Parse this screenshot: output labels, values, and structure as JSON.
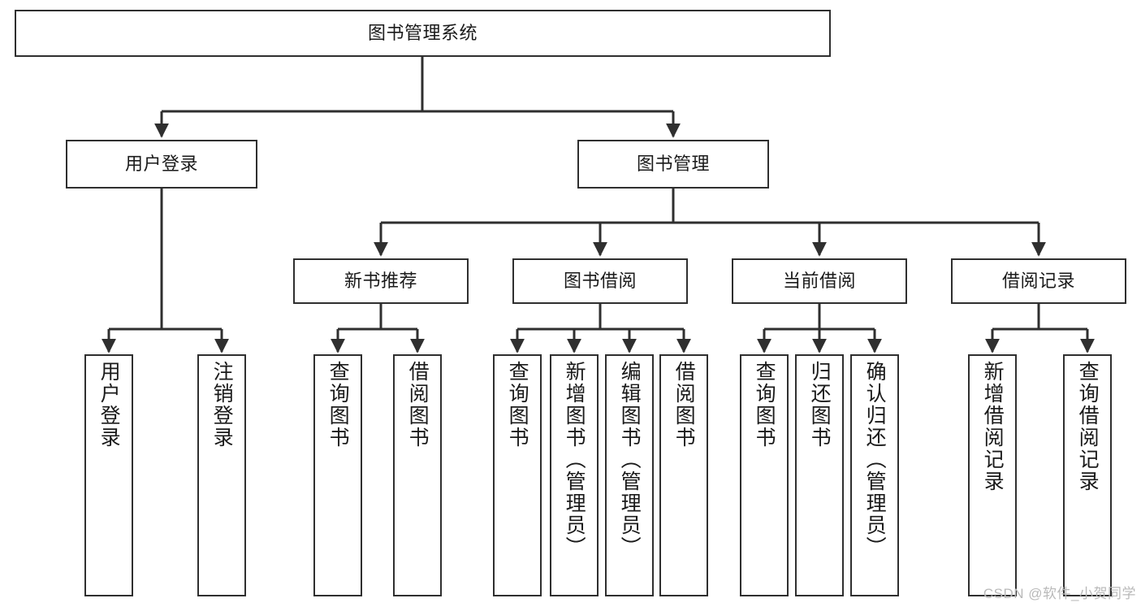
{
  "diagram": {
    "type": "tree-hierarchy-chart",
    "title": "图书管理系统",
    "stroke_color": "#2f2f2f",
    "fill_color": "#ffffff",
    "text_color": "#1a1a1a"
  },
  "root": {
    "label": "图书管理系统"
  },
  "level2": [
    {
      "label": "用户登录"
    },
    {
      "label": "图书管理"
    }
  ],
  "level3": [
    {
      "label": "新书推荐"
    },
    {
      "label": "图书借阅"
    },
    {
      "label": "当前借阅"
    },
    {
      "label": "借阅记录"
    }
  ],
  "leaves": {
    "user_login": [
      {
        "label": "用户登录"
      },
      {
        "label": "注销登录"
      }
    ],
    "new_book_recommend": [
      {
        "label": "查询图书"
      },
      {
        "label": "借阅图书"
      }
    ],
    "book_borrow": [
      {
        "label": "查询图书"
      },
      {
        "label": "新增图书（管理员）"
      },
      {
        "label": "编辑图书（管理员）"
      },
      {
        "label": "借阅图书"
      }
    ],
    "current_borrow": [
      {
        "label": "查询图书"
      },
      {
        "label": "归还图书"
      },
      {
        "label": "确认归还（管理员）"
      }
    ],
    "borrow_record": [
      {
        "label": "新增借阅记录"
      },
      {
        "label": "查询借阅记录"
      }
    ]
  },
  "watermark": {
    "text": "CSDN @软件_小贺同学"
  }
}
